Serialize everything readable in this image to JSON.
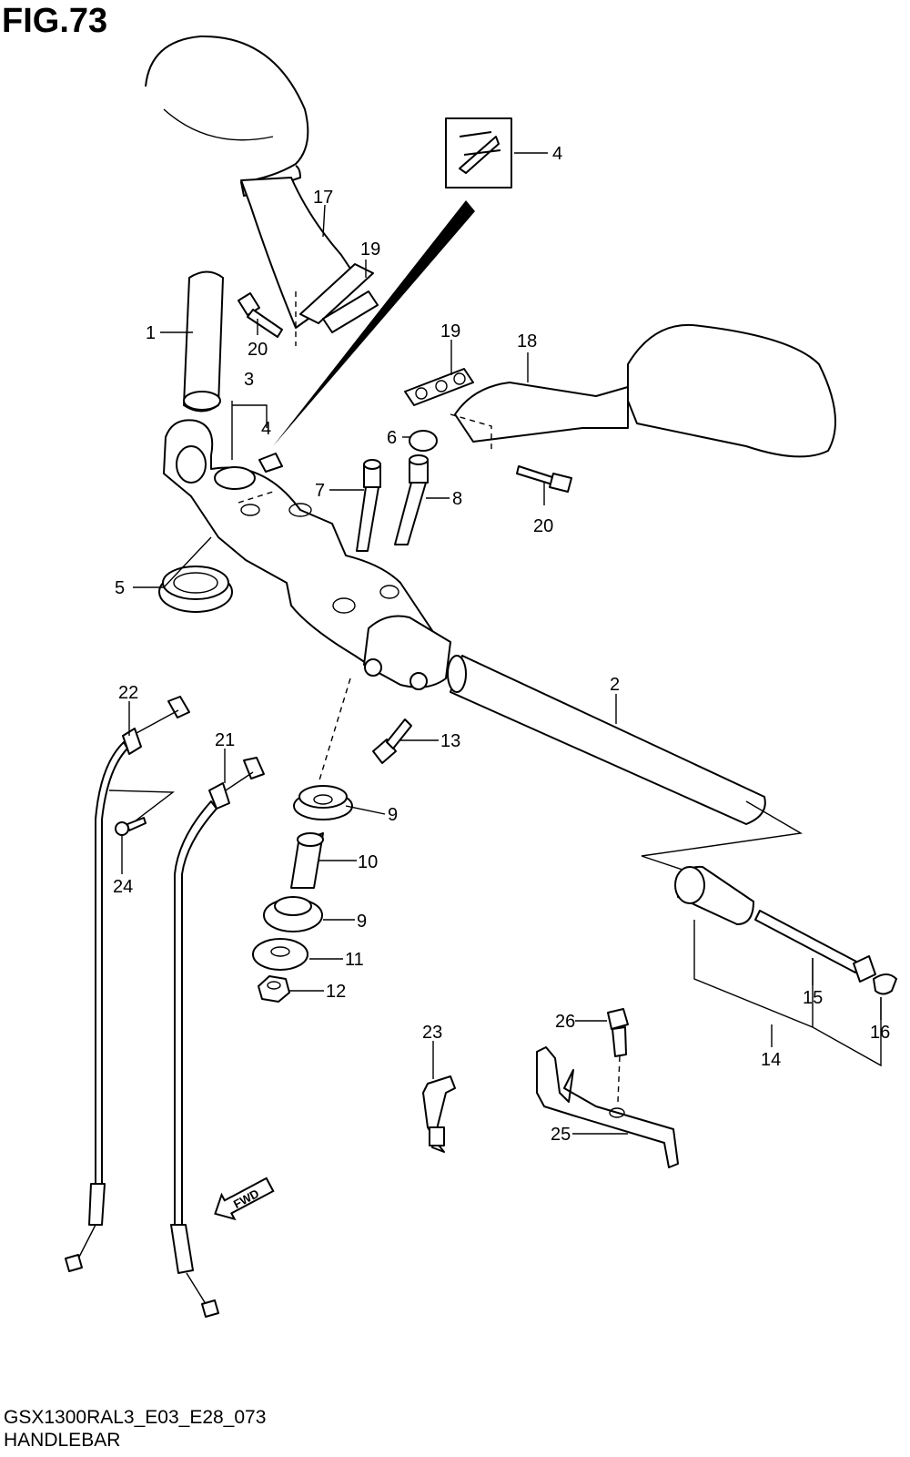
{
  "figure_title": "FIG.73",
  "model_code": "GSX1300RAL3_E03_E28_073",
  "section_name": "HANDLEBAR",
  "fwd_label": "FWD",
  "callouts": [
    {
      "id": "c1",
      "label": "1"
    },
    {
      "id": "c2",
      "label": "2"
    },
    {
      "id": "c3",
      "label": "3"
    },
    {
      "id": "c4a",
      "label": "4"
    },
    {
      "id": "c4b",
      "label": "4"
    },
    {
      "id": "c5",
      "label": "5"
    },
    {
      "id": "c6",
      "label": "6"
    },
    {
      "id": "c7",
      "label": "7"
    },
    {
      "id": "c8",
      "label": "8"
    },
    {
      "id": "c9a",
      "label": "9"
    },
    {
      "id": "c9b",
      "label": "9"
    },
    {
      "id": "c10",
      "label": "10"
    },
    {
      "id": "c11",
      "label": "11"
    },
    {
      "id": "c12",
      "label": "12"
    },
    {
      "id": "c13",
      "label": "13"
    },
    {
      "id": "c14",
      "label": "14"
    },
    {
      "id": "c15",
      "label": "15"
    },
    {
      "id": "c16",
      "label": "16"
    },
    {
      "id": "c17",
      "label": "17"
    },
    {
      "id": "c18",
      "label": "18"
    },
    {
      "id": "c19a",
      "label": "19"
    },
    {
      "id": "c19b",
      "label": "19"
    },
    {
      "id": "c20a",
      "label": "20"
    },
    {
      "id": "c20b",
      "label": "20"
    },
    {
      "id": "c21",
      "label": "21"
    },
    {
      "id": "c22",
      "label": "22"
    },
    {
      "id": "c23",
      "label": "23"
    },
    {
      "id": "c24",
      "label": "24"
    },
    {
      "id": "c25",
      "label": "25"
    },
    {
      "id": "c26",
      "label": "26"
    }
  ]
}
